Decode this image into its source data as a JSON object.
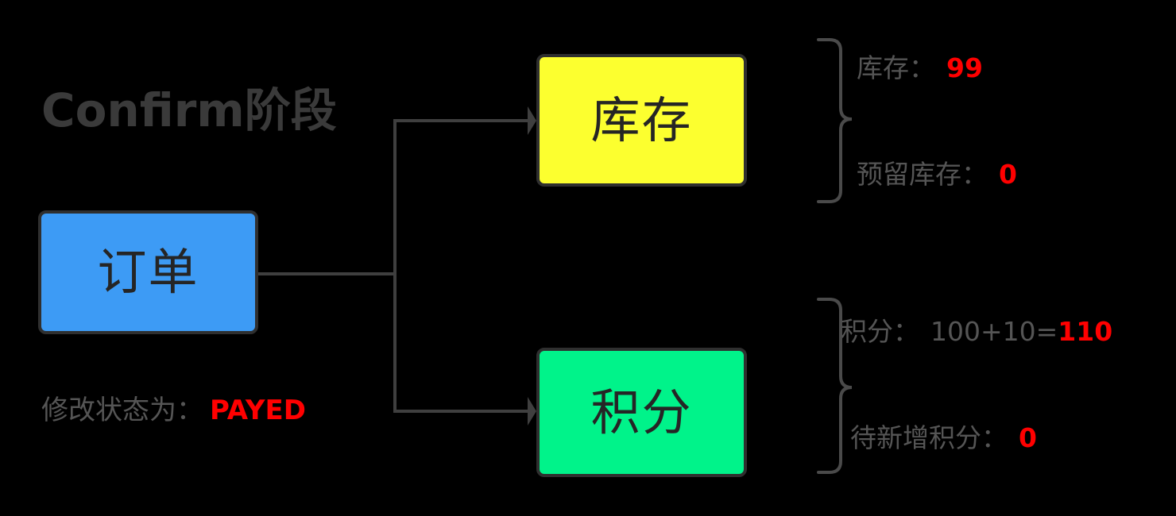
{
  "title": "Confirm阶段",
  "nodes": {
    "order": {
      "label": "订单",
      "color": "#3d9bf5"
    },
    "stock": {
      "label": "库存",
      "color": "#fcff2f"
    },
    "points": {
      "label": "积分",
      "color": "#00f38a"
    }
  },
  "status_note": {
    "label": "修改状态为：",
    "value": "PAYED"
  },
  "annotations": {
    "stock": {
      "label": "库存：",
      "value": "99"
    },
    "stock_reserved": {
      "label": "预留库存：",
      "value": "0"
    },
    "points": {
      "label": "积分：",
      "expr": "100+10=",
      "value": "110"
    },
    "points_pending": {
      "label": "待新增积分：",
      "value": "0"
    }
  },
  "colors": {
    "accent_red": "#ff0000",
    "text_gray": "#555555",
    "stroke": "#3f3f3f",
    "background": "#000000"
  }
}
